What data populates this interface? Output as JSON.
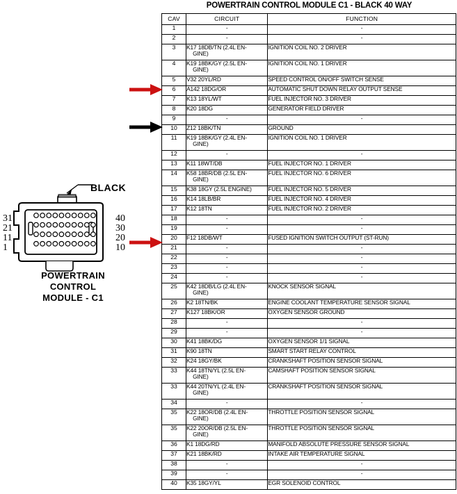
{
  "title": "POWERTRAIN CONTROL MODULE C1 - BLACK 40 WAY",
  "table": {
    "headers": {
      "cav": "CAV",
      "circuit": "CIRCUIT",
      "function": "FUNCTION"
    },
    "empty_mark": "-",
    "rows": [
      {
        "cav": "1",
        "circuit": "-",
        "circuit2": "",
        "function": "-",
        "empty": true
      },
      {
        "cav": "2",
        "circuit": "-",
        "circuit2": "",
        "function": "-",
        "empty": true
      },
      {
        "cav": "3",
        "circuit": "K17 18DB/TN (2.4L EN-",
        "circuit2": "GINE)",
        "function": "IGNITION COIL NO. 2 DRIVER",
        "empty": false
      },
      {
        "cav": "4",
        "circuit": "K19 18BK/GY (2.5L EN-",
        "circuit2": "GINE)",
        "function": "IGNITION COIL NO. 1 DRIVER",
        "empty": false
      },
      {
        "cav": "5",
        "circuit": "V32 20YL/RD",
        "circuit2": "",
        "function": "SPEED CONTROL ON/OFF SWITCH SENSE",
        "empty": false
      },
      {
        "cav": "6",
        "circuit": "A142 18DG/OR",
        "circuit2": "",
        "function": "AUTOMATIC SHUT DOWN RELAY OUTPUT SENSE",
        "empty": false
      },
      {
        "cav": "7",
        "circuit": "K13 18YL/WT",
        "circuit2": "",
        "function": "FUEL INJECTOR NO. 3 DRIVER",
        "empty": false
      },
      {
        "cav": "8",
        "circuit": "K20 18DG",
        "circuit2": "",
        "function": "GENERATOR FIELD DRIVER",
        "empty": false
      },
      {
        "cav": "9",
        "circuit": "-",
        "circuit2": "",
        "function": "-",
        "empty": true
      },
      {
        "cav": "10",
        "circuit": "Z12 18BK/TN",
        "circuit2": "",
        "function": "GROUND",
        "empty": false
      },
      {
        "cav": "11",
        "circuit": "K19 18BK/GY (2.4L EN-",
        "circuit2": "GINE)",
        "function": "IGNITION COIL NO. 1 DRIVER",
        "empty": false
      },
      {
        "cav": "12",
        "circuit": "-",
        "circuit2": "",
        "function": "-",
        "empty": true
      },
      {
        "cav": "13",
        "circuit": "K11 18WT/DB",
        "circuit2": "",
        "function": "FUEL INJECTOR NO. 1 DRIVER",
        "empty": false
      },
      {
        "cav": "14",
        "circuit": "K58 18BR/DB (2.5L EN-",
        "circuit2": "GINE)",
        "function": "FUEL INJECTOR NO. 6 DRIVER",
        "empty": false
      },
      {
        "cav": "15",
        "circuit": "K38 18GY (2.5L ENGINE)",
        "circuit2": "",
        "function": "FUEL INJECTOR NO. 5 DRIVER",
        "empty": false
      },
      {
        "cav": "16",
        "circuit": "K14 18LB/BR",
        "circuit2": "",
        "function": "FUEL INJECTOR NO. 4 DRIVER",
        "empty": false
      },
      {
        "cav": "17",
        "circuit": "K12 18TN",
        "circuit2": "",
        "function": "FUEL INJECTOR NO. 2 DRIVER",
        "empty": false
      },
      {
        "cav": "18",
        "circuit": "-",
        "circuit2": "",
        "function": "-",
        "empty": true
      },
      {
        "cav": "19",
        "circuit": "-",
        "circuit2": "",
        "function": "-",
        "empty": true
      },
      {
        "cav": "20",
        "circuit": "F12 18DB/WT",
        "circuit2": "",
        "function": "FUSED IGNITION SWITCH OUTPUT (ST-RUN)",
        "empty": false
      },
      {
        "cav": "21",
        "circuit": "-",
        "circuit2": "",
        "function": "-",
        "empty": true
      },
      {
        "cav": "22",
        "circuit": "-",
        "circuit2": "",
        "function": "-",
        "empty": true
      },
      {
        "cav": "23",
        "circuit": "-",
        "circuit2": "",
        "function": "-",
        "empty": true
      },
      {
        "cav": "24",
        "circuit": "-",
        "circuit2": "",
        "function": "-",
        "empty": true
      },
      {
        "cav": "25",
        "circuit": "K42 18DB/LG (2.4L EN-",
        "circuit2": "GINE)",
        "function": "KNOCK SENSOR SIGNAL",
        "empty": false
      },
      {
        "cav": "26",
        "circuit": "K2 18TN/BK",
        "circuit2": "",
        "function": "ENGINE COOLANT TEMPERATURE SENSOR SIGNAL",
        "empty": false
      },
      {
        "cav": "27",
        "circuit": "K127 18BK/OR",
        "circuit2": "",
        "function": "OXYGEN SENSOR GROUND",
        "empty": false
      },
      {
        "cav": "28",
        "circuit": "-",
        "circuit2": "",
        "function": "-",
        "empty": true
      },
      {
        "cav": "29",
        "circuit": "-",
        "circuit2": "",
        "function": "-",
        "empty": true
      },
      {
        "cav": "30",
        "circuit": "K41 18BK/DG",
        "circuit2": "",
        "function": "OXYGEN SENSOR 1/1 SIGNAL",
        "empty": false
      },
      {
        "cav": "31",
        "circuit": "K90 18TN",
        "circuit2": "",
        "function": "SMART START RELAY CONTROL",
        "empty": false
      },
      {
        "cav": "32",
        "circuit": "K24 18GY/BK",
        "circuit2": "",
        "function": "CRANKSHAFT POSITION SENSOR SIGNAL",
        "empty": false
      },
      {
        "cav": "33",
        "circuit": "K44 18TN/YL (2.5L EN-",
        "circuit2": "GINE)",
        "function": "CAMSHAFT POSITION SENSOR SIGNAL",
        "empty": false
      },
      {
        "cav": "33",
        "circuit": "K44 20TN/YL (2.4L EN-",
        "circuit2": "GINE)",
        "function": "CRANKSHAFT POSITION SENSOR SIGNAL",
        "empty": false
      },
      {
        "cav": "34",
        "circuit": "-",
        "circuit2": "",
        "function": "-",
        "empty": true
      },
      {
        "cav": "35",
        "circuit": "K22 18OR/DB (2.4L EN-",
        "circuit2": "GINE)",
        "function": "THROTTLE POSITION SENSOR SIGNAL",
        "empty": false
      },
      {
        "cav": "35",
        "circuit": "K22 20OR/DB (2.5L EN-",
        "circuit2": "GINE)",
        "function": "THROTTLE POSITION SENSOR SIGNAL",
        "empty": false
      },
      {
        "cav": "36",
        "circuit": "K1 18DG/RD",
        "circuit2": "",
        "function": "MANIFOLD ABSOLUTE PRESSURE SENSOR SIGNAL",
        "empty": false
      },
      {
        "cav": "37",
        "circuit": "K21 18BK/RD",
        "circuit2": "",
        "function": "INTAKE AIR TEMPERATURE SIGNAL",
        "empty": false
      },
      {
        "cav": "38",
        "circuit": "-",
        "circuit2": "",
        "function": "-",
        "empty": true
      },
      {
        "cav": "39",
        "circuit": "-",
        "circuit2": "",
        "function": "-",
        "empty": true
      },
      {
        "cav": "40",
        "circuit": "K35 18GY/YL",
        "circuit2": "",
        "function": "EGR SOLENOID CONTROL",
        "empty": false
      }
    ]
  },
  "connector": {
    "color_label": "BLACK",
    "caption_line1": "POWERTRAIN",
    "caption_line2": "CONTROL",
    "caption_line3": "MODULE - C1",
    "left_pin_labels": [
      "31",
      "21",
      "11",
      "1"
    ],
    "right_pin_labels": [
      "40",
      "30",
      "20",
      "10"
    ],
    "rows": 4,
    "pins_per_row": 10,
    "total_pins": 40
  },
  "annotations": [
    {
      "name": "arrow-red-cav6",
      "color": "#cc1111",
      "target_cav": "6"
    },
    {
      "name": "arrow-black-cav10",
      "color": "#000000",
      "target_cav": "10"
    },
    {
      "name": "arrow-red-cav20",
      "color": "#cc1111",
      "target_cav": "20"
    }
  ],
  "colors": {
    "ink": "#000000",
    "paper": "#ffffff",
    "highlight_red": "#cc1111"
  }
}
